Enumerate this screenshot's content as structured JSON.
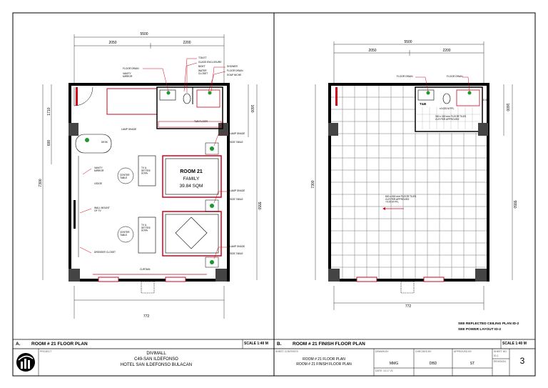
{
  "colors": {
    "line": "#000000",
    "wall": "#000000",
    "accent_red": "#d0021b",
    "green": "#1a9a2a",
    "column_fill": "#444444",
    "grid": "#777777"
  },
  "left_plan": {
    "dim_overall": "5500",
    "dim_left": "2050",
    "dim_right": "2200",
    "dim_bottom": "772",
    "dim_left_1": "1710",
    "dim_left_2": "600",
    "dim_left_3": "7300",
    "dim_right_1": "1600",
    "dim_right_2": "5550",
    "room_name": "ROOM 21",
    "room_type": "FAMILY",
    "room_area": "39.84 SQM",
    "labels": {
      "floor_drain_l": "FLOOR DRAIN",
      "vanity_mirror": "VANITY\nMIRROR",
      "toilet": "TOILET",
      "glass_enclosure": "GLASS ENCLOSURE",
      "bidet": "BIDET",
      "water_closet": "WATER\nCLOSET",
      "shower": "SHOWER",
      "floor_drain_r": "FLOOR DRAIN",
      "soap_niche": "SOAP NICHE",
      "tub_floor": "TUB FLOOR",
      "lamp_shade_1": "LAMP SHADE",
      "desk": "DESK",
      "lamp_shade_2": "LAMP SHADE",
      "side_table_1": "SIDE TABLE",
      "vanity_mirror_2": "VANITY\nMIRROR",
      "ledge": "LEDGE",
      "center_table_1": "CENTER\nTABLE",
      "tv_sofa_1": "TV &\nSETTEE\nSOFA",
      "lamp_shade_3": "LAMP SHADE",
      "side_table_2": "SIDE TABLE",
      "wall_mount_tv": "WALL MOUNT\nOF TV",
      "center_table_2": "CENTER\nTABLE",
      "tv_sofa_2": "TV &\nSETTEE\nSOFA",
      "dresser_closet": "DRESSER CLOSET",
      "lamp_shade_4": "LAMP SHADE",
      "side_table_3": "SIDE TABLE",
      "curtain": "CURTAIN"
    }
  },
  "right_plan": {
    "dim_overall": "5500",
    "dim_left": "2050",
    "dim_right": "2200",
    "dim_bottom": "772",
    "dim_left_1": "7300",
    "dim_right_1": "1600",
    "dim_right_2": "5550",
    "labels": {
      "floor_drain_l": "FLOOR DRAIN",
      "floor_drain_r": "FLOOR DRAIN",
      "level_025": "-0.025",
      "ffl_t_b": "±0.025 M FFL",
      "t_b": "T&B",
      "tiles_300": "300 x 300 mm FLOOR TILES\nCLR PER APPROVED",
      "tiles_600": "600 x 600 mm FLOOR TILES\nCLR PER APPROVED\n+0.00 M FFL",
      "note_1": "SEE REFLECTED CEILING PLAN ID-2",
      "note_2": "SEE POWER LAYOUT ID-2"
    }
  },
  "captions": {
    "left_letter": "A.",
    "left_title": "ROOM # 21 FLOOR PLAN",
    "left_scale": "SCALE  1:40 M",
    "right_letter": "B.",
    "right_title": "ROOM # 21 FINISH FLOOR PLAN",
    "right_scale": "SCALE  1:40 M"
  },
  "title_block": {
    "project_label": "PROJECT",
    "project_line1": "DIVIMALL",
    "project_line2": "C49-SAN ILDEFONSO",
    "project_line3": "HOTEL SAN ILDEFONSO BULACAN",
    "sheet_contents_label": "SHEET CONTENTS",
    "contents_line1": "ROOM # 21 FLOOR PLAN",
    "contents_line2": "ROOM # 21 FINISH FLOOR PLAN",
    "drawn_label": "DRAWN BY",
    "drawn_value": "MMG",
    "checked_label": "CHECKED BY",
    "checked_value": "DBD",
    "approved_label": "APPROVED BY",
    "approved_value": "ST",
    "date_label": "DATE: 10.17.21",
    "sheet_no_label": "SHEET NO.",
    "sheet_no_value": "ID-1",
    "revision_label": "REVISION",
    "page_number": "3"
  }
}
